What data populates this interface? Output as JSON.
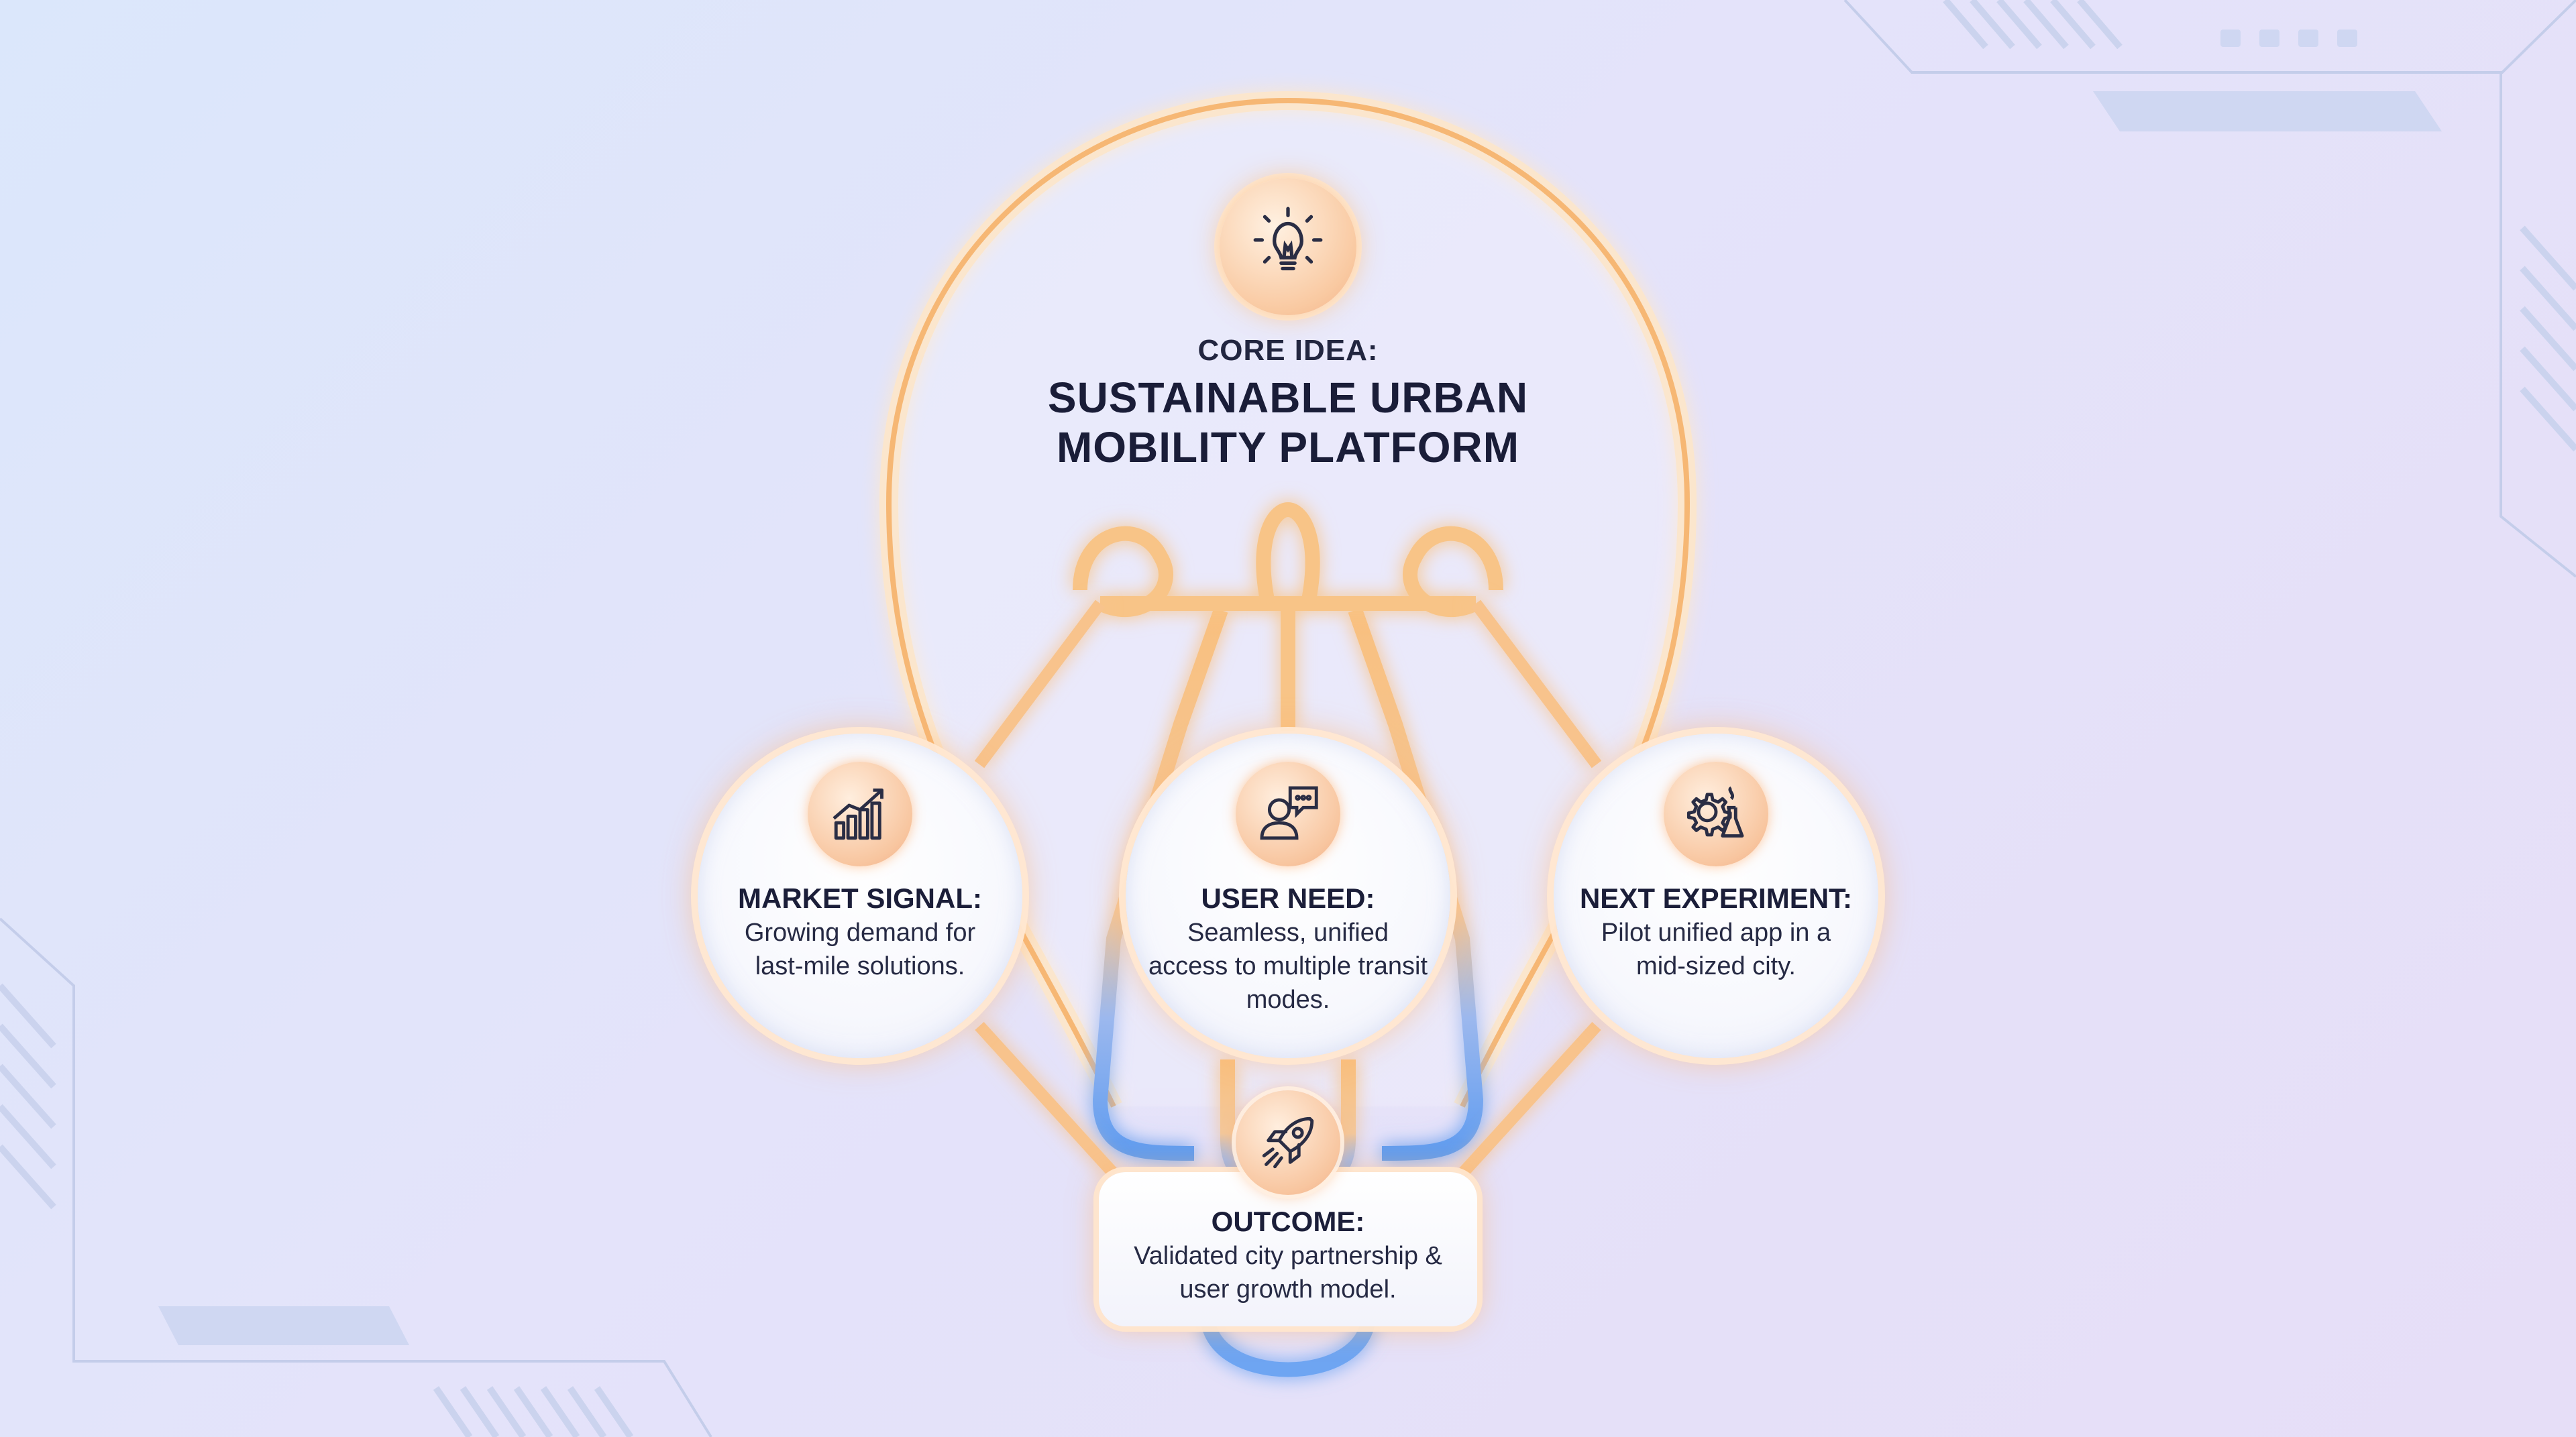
{
  "core": {
    "icon": "lightbulb-icon",
    "label": "CORE IDEA:",
    "title_line1": "SUSTAINABLE URBAN",
    "title_line2": "MOBILITY PLATFORM"
  },
  "nodes": [
    {
      "icon": "growth-chart-icon",
      "heading": "MARKET SIGNAL:",
      "text": "Growing demand for last-mile solutions."
    },
    {
      "icon": "user-chat-icon",
      "heading": "USER NEED:",
      "text": "Seamless, unified access to multiple transit modes."
    },
    {
      "icon": "gear-flask-icon",
      "heading": "NEXT EXPERIMENT:",
      "text": "Pilot unified app in a mid-sized city."
    }
  ],
  "outcome": {
    "icon": "rocket-icon",
    "heading": "OUTCOME:",
    "text": "Validated city partnership & user growth model."
  },
  "colors": {
    "glow_orange": "#f7b877",
    "glow_blue": "#5f9cf0",
    "icon_fill": "#f8c6a0",
    "text_dark": "#1c1f3a"
  }
}
